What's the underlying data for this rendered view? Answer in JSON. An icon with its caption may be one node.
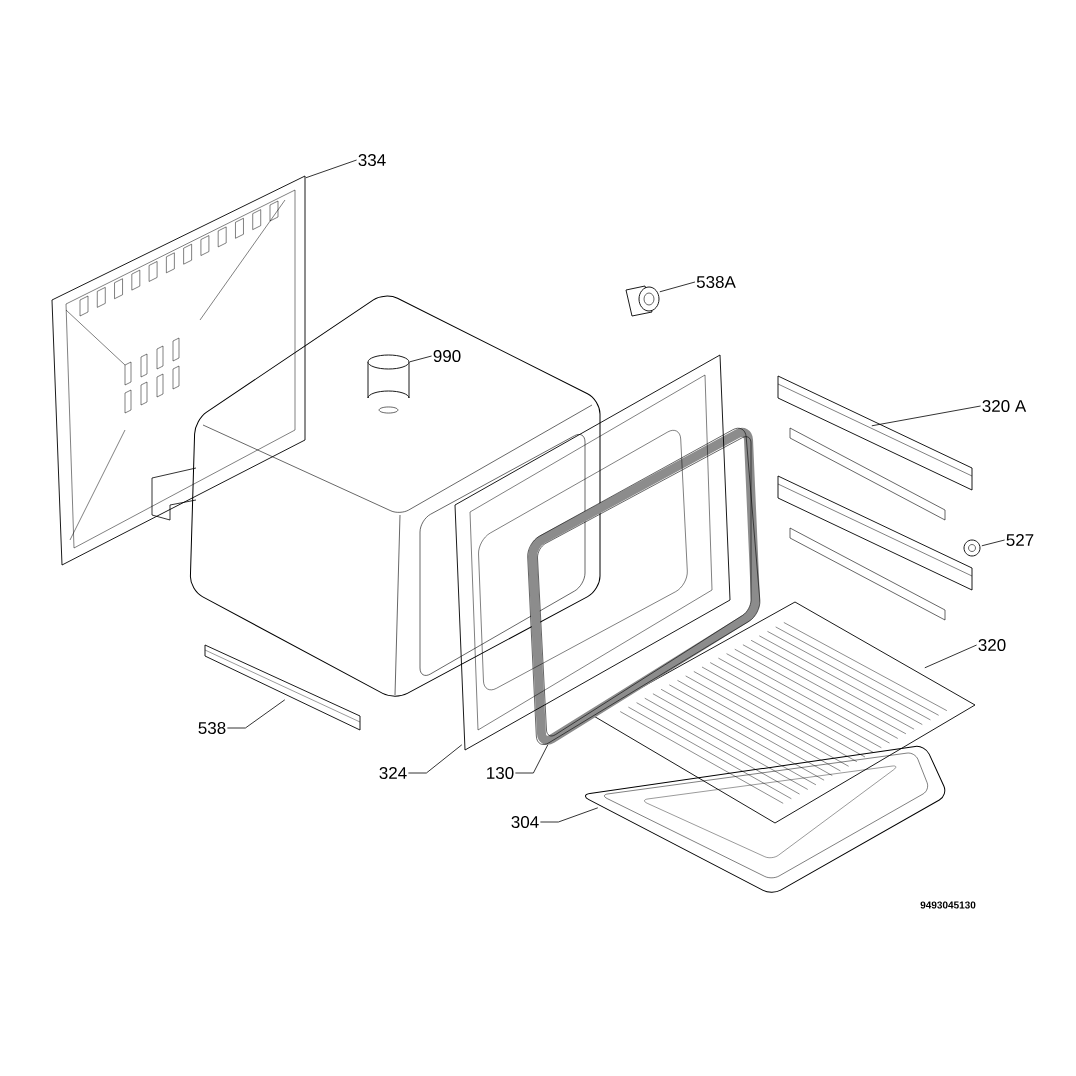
{
  "diagram": {
    "nodes": [
      {
        "text": [
          "334"
        ]
      },
      {
        "text": [
          "538A"
        ]
      },
      {
        "text": [
          "990"
        ]
      },
      {
        "text": [
          "320 A"
        ]
      },
      {
        "text": [
          "527"
        ]
      },
      {
        "text": [
          "320"
        ]
      },
      {
        "text": [
          "538"
        ]
      },
      {
        "text": [
          "324"
        ]
      },
      {
        "text": [
          "130"
        ]
      },
      {
        "text": [
          "304"
        ]
      },
      {
        "text": [],
        "shape": "picture"
      },
      {
        "text": [],
        "shape": "cylinder"
      },
      {
        "text": [],
        "shape": "picture"
      },
      {
        "text": [],
        "shape": "picture"
      },
      {
        "text": [],
        "shape": "picture"
      },
      {
        "text": [],
        "shape": "picture"
      },
      {
        "text": [],
        "shape": "picture"
      },
      {
        "text": [],
        "shape": "picture"
      },
      {
        "text": [],
        "shape": "picture"
      },
      {
        "text": [],
        "shape": "picture"
      }
    ],
    "edges": [
      {
        "from": 0,
        "to": 10,
        "arrow": "none"
      },
      {
        "from": 1,
        "to": 12,
        "arrow": "none"
      },
      {
        "from": 2,
        "to": 11,
        "arrow": "none"
      },
      {
        "from": 3,
        "to": 13,
        "arrow": "none"
      },
      {
        "from": 4,
        "to": 14,
        "arrow": "none"
      },
      {
        "from": 5,
        "to": 15,
        "arrow": "none"
      },
      {
        "from": 6,
        "to": 19,
        "arrow": "none"
      },
      {
        "from": 7,
        "to": 18,
        "arrow": "none"
      },
      {
        "from": 8,
        "to": 17,
        "arrow": "none"
      },
      {
        "from": 9,
        "to": 16,
        "arrow": "none"
      }
    ],
    "labels": [
      "9493045130"
    ]
  }
}
